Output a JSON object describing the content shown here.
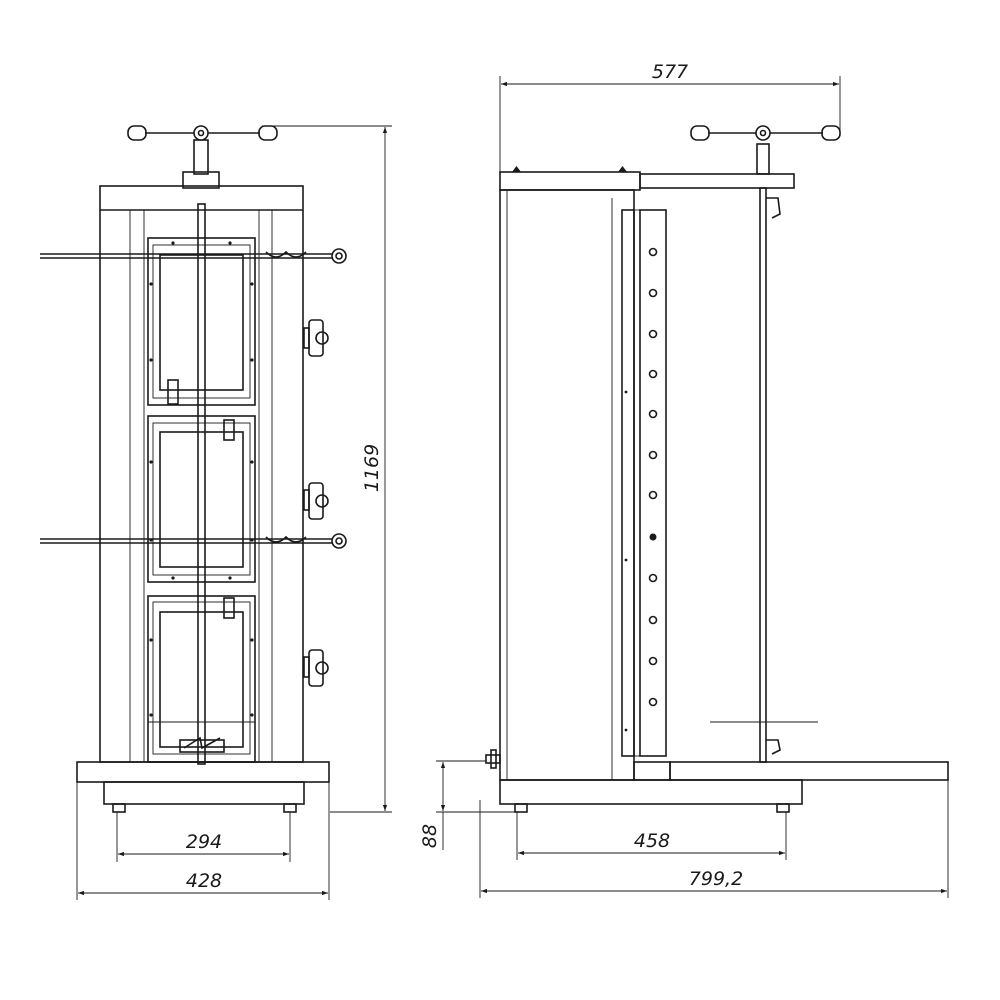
{
  "front_view": {
    "height_label": "1169",
    "inner_width_label": "294",
    "outer_width_label": "428"
  },
  "side_view": {
    "top_width_label": "577",
    "foot_height_label": "88",
    "base_depth_label": "458",
    "overall_depth_label": "799,2"
  }
}
